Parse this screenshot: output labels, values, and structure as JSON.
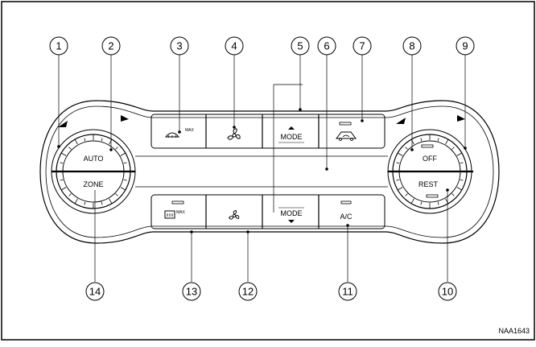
{
  "callouts": {
    "c1": "1",
    "c2": "2",
    "c3": "3",
    "c4": "4",
    "c5": "5",
    "c6": "6",
    "c7": "7",
    "c8": "8",
    "c9": "9",
    "c10": "10",
    "c11": "11",
    "c12": "12",
    "c13": "13",
    "c14": "14"
  },
  "buttons": {
    "auto": "AUTO",
    "zone": "ZONE",
    "mode_up": "MODE",
    "mode_down": "MODE",
    "off": "OFF",
    "rest": "REST",
    "ac": "A/C"
  },
  "icons": {
    "front_defrost": "front-defroster-icon",
    "rear_defrost": "rear-defroster-icon",
    "fan_up": "fan-high-icon",
    "fan_down": "fan-low-icon",
    "recirculation": "air-recirculation-icon",
    "mode_up_arrow": "triangle-up-icon",
    "mode_down_arrow": "triangle-down-icon"
  },
  "reference_code": "NAA1643",
  "colors": {
    "line": "#000000",
    "background": "#ffffff"
  }
}
